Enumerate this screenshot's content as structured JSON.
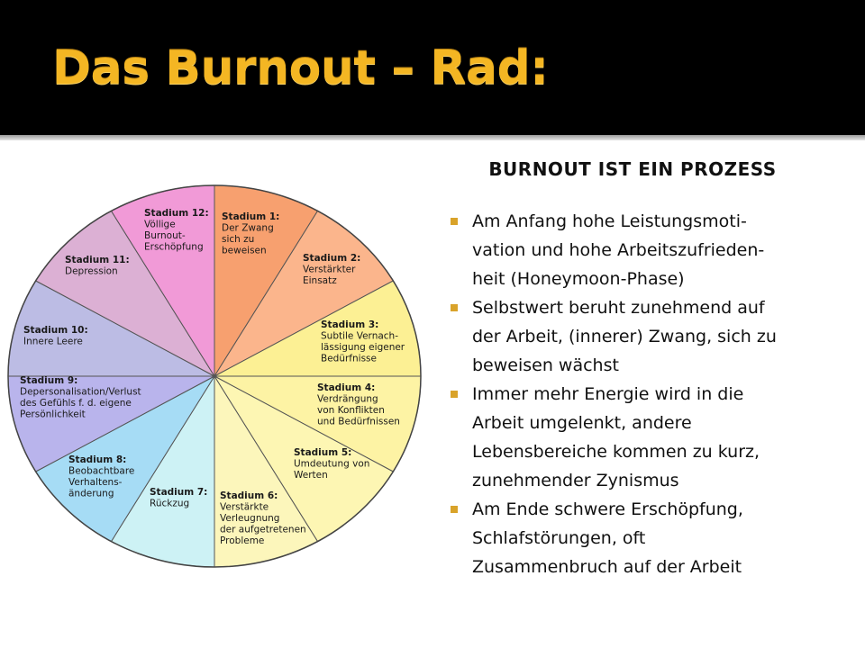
{
  "title": "Das Burnout – Rad:",
  "subheading": "BURNOUT IST EIN PROZESS",
  "wheel": {
    "segments": [
      {
        "stage": "Stadium 1:",
        "lines": [
          "Der Zwang",
          "sich zu",
          "beweisen"
        ],
        "color": "#f7a06f"
      },
      {
        "stage": "Stadium 2:",
        "lines": [
          "Verstärkter",
          "Einsatz"
        ],
        "color": "#fbb58c"
      },
      {
        "stage": "Stadium 3:",
        "lines": [
          "Subtile Vernach-",
          "lässigung eigener",
          "Bedürfnisse"
        ],
        "color": "#fcf094"
      },
      {
        "stage": "Stadium 4:",
        "lines": [
          "Verdrängung",
          "von Konflikten",
          "und Bedürfnissen"
        ],
        "color": "#fdf3a4"
      },
      {
        "stage": "Stadium 5:",
        "lines": [
          "Umdeutung von",
          "Werten"
        ],
        "color": "#fdf6b3"
      },
      {
        "stage": "Stadium 6:",
        "lines": [
          "Verstärkte",
          "Verleugnung",
          "der aufgetretenen",
          "Probleme"
        ],
        "color": "#fcf6bb"
      },
      {
        "stage": "Stadium 7:",
        "lines": [
          "Rückzug"
        ],
        "color": "#cdf2f5"
      },
      {
        "stage": "Stadium 8:",
        "lines": [
          "Beobachtbare",
          "Verhaltens-",
          "änderung"
        ],
        "color": "#a6dcf5"
      },
      {
        "stage": "Stadium 9:",
        "lines": [
          "Depersonalisation/Verlust",
          "des Gefühls f. d. eigene",
          "Persönlichkeit"
        ],
        "color": "#b9b4ec"
      },
      {
        "stage": "Stadium 10:",
        "lines": [
          "Innere Leere"
        ],
        "color": "#bcbce4"
      },
      {
        "stage": "Stadium 11:",
        "lines": [
          "Depression"
        ],
        "color": "#dcb0d4"
      },
      {
        "stage": "Stadium 12:",
        "lines": [
          "Völlige",
          "Burnout-",
          "Erschöpfung"
        ],
        "color": "#f19ad7"
      }
    ]
  },
  "bullets": [
    {
      "lines": [
        "Am Anfang hohe Leistungsmoti-",
        "vation und hohe Arbeitszufrieden-",
        "heit (Honeymoon-Phase)"
      ]
    },
    {
      "lines": [
        "Selbstwert beruht zunehmend auf",
        "der Arbeit, (innerer) Zwang, sich zu",
        "beweisen wächst"
      ]
    },
    {
      "lines": [
        "Immer mehr Energie wird in die",
        "Arbeit umgelenkt, andere",
        "Lebensbereiche kommen zu kurz,",
        "zunehmender Zynismus"
      ]
    },
    {
      "lines": [
        "Am Ende schwere Erschöpfung,",
        "Schlafstörungen, oft",
        "Zusammenbruch auf der Arbeit"
      ]
    }
  ],
  "colors": {
    "title": "#f4b623",
    "bullet_marker": "#d9a32a",
    "header_bg": "#000000"
  }
}
